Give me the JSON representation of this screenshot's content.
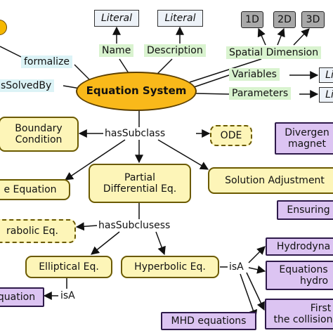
{
  "nodes": {
    "equation_system": "Equation System",
    "literal_name": "Literal",
    "literal_description": "Literal",
    "dim_1d": "1D",
    "dim_2d": "2D",
    "dim_3d": "3D",
    "literal_variables": "Li",
    "literal_parameters": "Li",
    "boundary_condition_line1": "Boundary",
    "boundary_condition_line2": "Condition",
    "ode": "ODE",
    "divergence_line1": "Divergen",
    "divergence_line2": "magnet",
    "partial_diff_line1": "Partial",
    "partial_diff_line2": "Differential Eq.",
    "e_equation": "e Equation",
    "solution_adjustment": "Solution Adjustment",
    "ensuring": "Ensuring",
    "parabolic": "rabolic Eq.",
    "elliptical": "Elliptical Eq.",
    "hyperbolic": "Hyperbolic Eq.",
    "hydrodyna": "Hydrodyna",
    "equations_hydro_line1": "Equations",
    "equations_hydro_line2": "hydro",
    "equation_left": "quation",
    "mhd_equations": "MHD equations",
    "first_line1": "First",
    "first_line2": "the collision"
  },
  "labels": {
    "formalize": "formalize",
    "is_solved_by": "sSolvedBy",
    "name": "Name",
    "description": "Description",
    "spatial_dimension": "Spatial Dimension",
    "variables": "Variables",
    "parameters": "Parameters",
    "has_subclass": "hasSubclass",
    "has_subclusess": "hasSubclusess",
    "is_a_right": "isA",
    "is_a_left": "isA"
  },
  "colors": {
    "concept_fill": "#fdf5b8",
    "instance_fill": "#dcc4f2",
    "root_fill": "#f9b91a",
    "literal_fill": "#edf2f8",
    "dimension_fill": "#a8a8a8",
    "attribute_label_fill": "#d9f3cf",
    "relation_label_fill": "#dcf3f6"
  }
}
